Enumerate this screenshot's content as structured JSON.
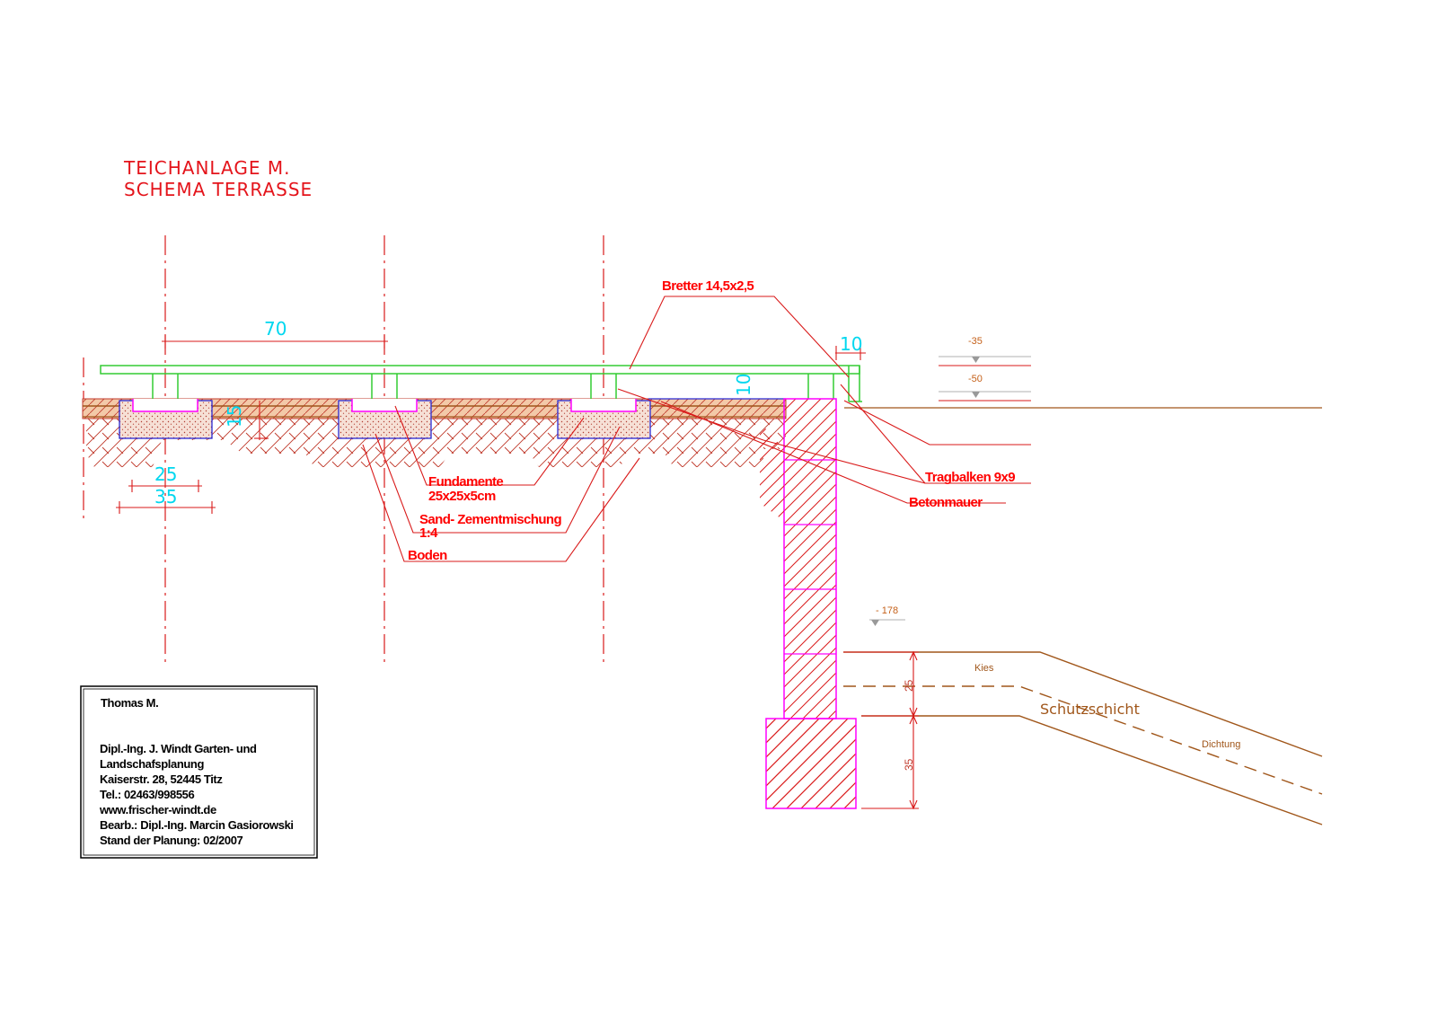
{
  "title": {
    "line1": "TEICHANLAGE  M.",
    "line2": "SCHEMA  TERRASSE"
  },
  "labels": {
    "bretter": "Bretter 14,5x2,5",
    "tragbalken": "Tragbalken 9x9",
    "betonmauer": "Betonmauer",
    "fundamente_line1": "Fundamente",
    "fundamente_line2": "25x25x5cm",
    "sand_line1": "Sand- Zementmischung",
    "sand_line2": "1:4",
    "boden": "Boden",
    "kies": "Kies",
    "schutzschicht": "Schutzschicht",
    "dichtung": "Dichtung"
  },
  "dimensions": {
    "spacing": "70",
    "overhang": "10",
    "beam_height": "10",
    "foundation_width": "25",
    "foundation_base": "35",
    "foundation_depth": "15",
    "gravel_height": "25",
    "footing_height": "35"
  },
  "levels": {
    "deck": "-35",
    "ground": "-50",
    "bottom": "- 178"
  },
  "title_block": {
    "client": "Thomas M.",
    "lines": [
      "Dipl.-Ing. J. Windt Garten- und",
      "Landschafsplanung",
      "Kaiserstr. 28, 52445 Titz",
      "Tel.: 02463/998556",
      "www.frischer-windt.de",
      "Bearb.: Dipl.-Ing. Marcin Gasiorowski",
      "Stand der Planung: 02/2007"
    ]
  },
  "colors": {
    "red": "#ff0000",
    "green": "#33cc33",
    "magenta": "#ff00ff",
    "cyan": "#00d7ef",
    "brown": "#a0561a",
    "blue": "#2a2ad4"
  }
}
